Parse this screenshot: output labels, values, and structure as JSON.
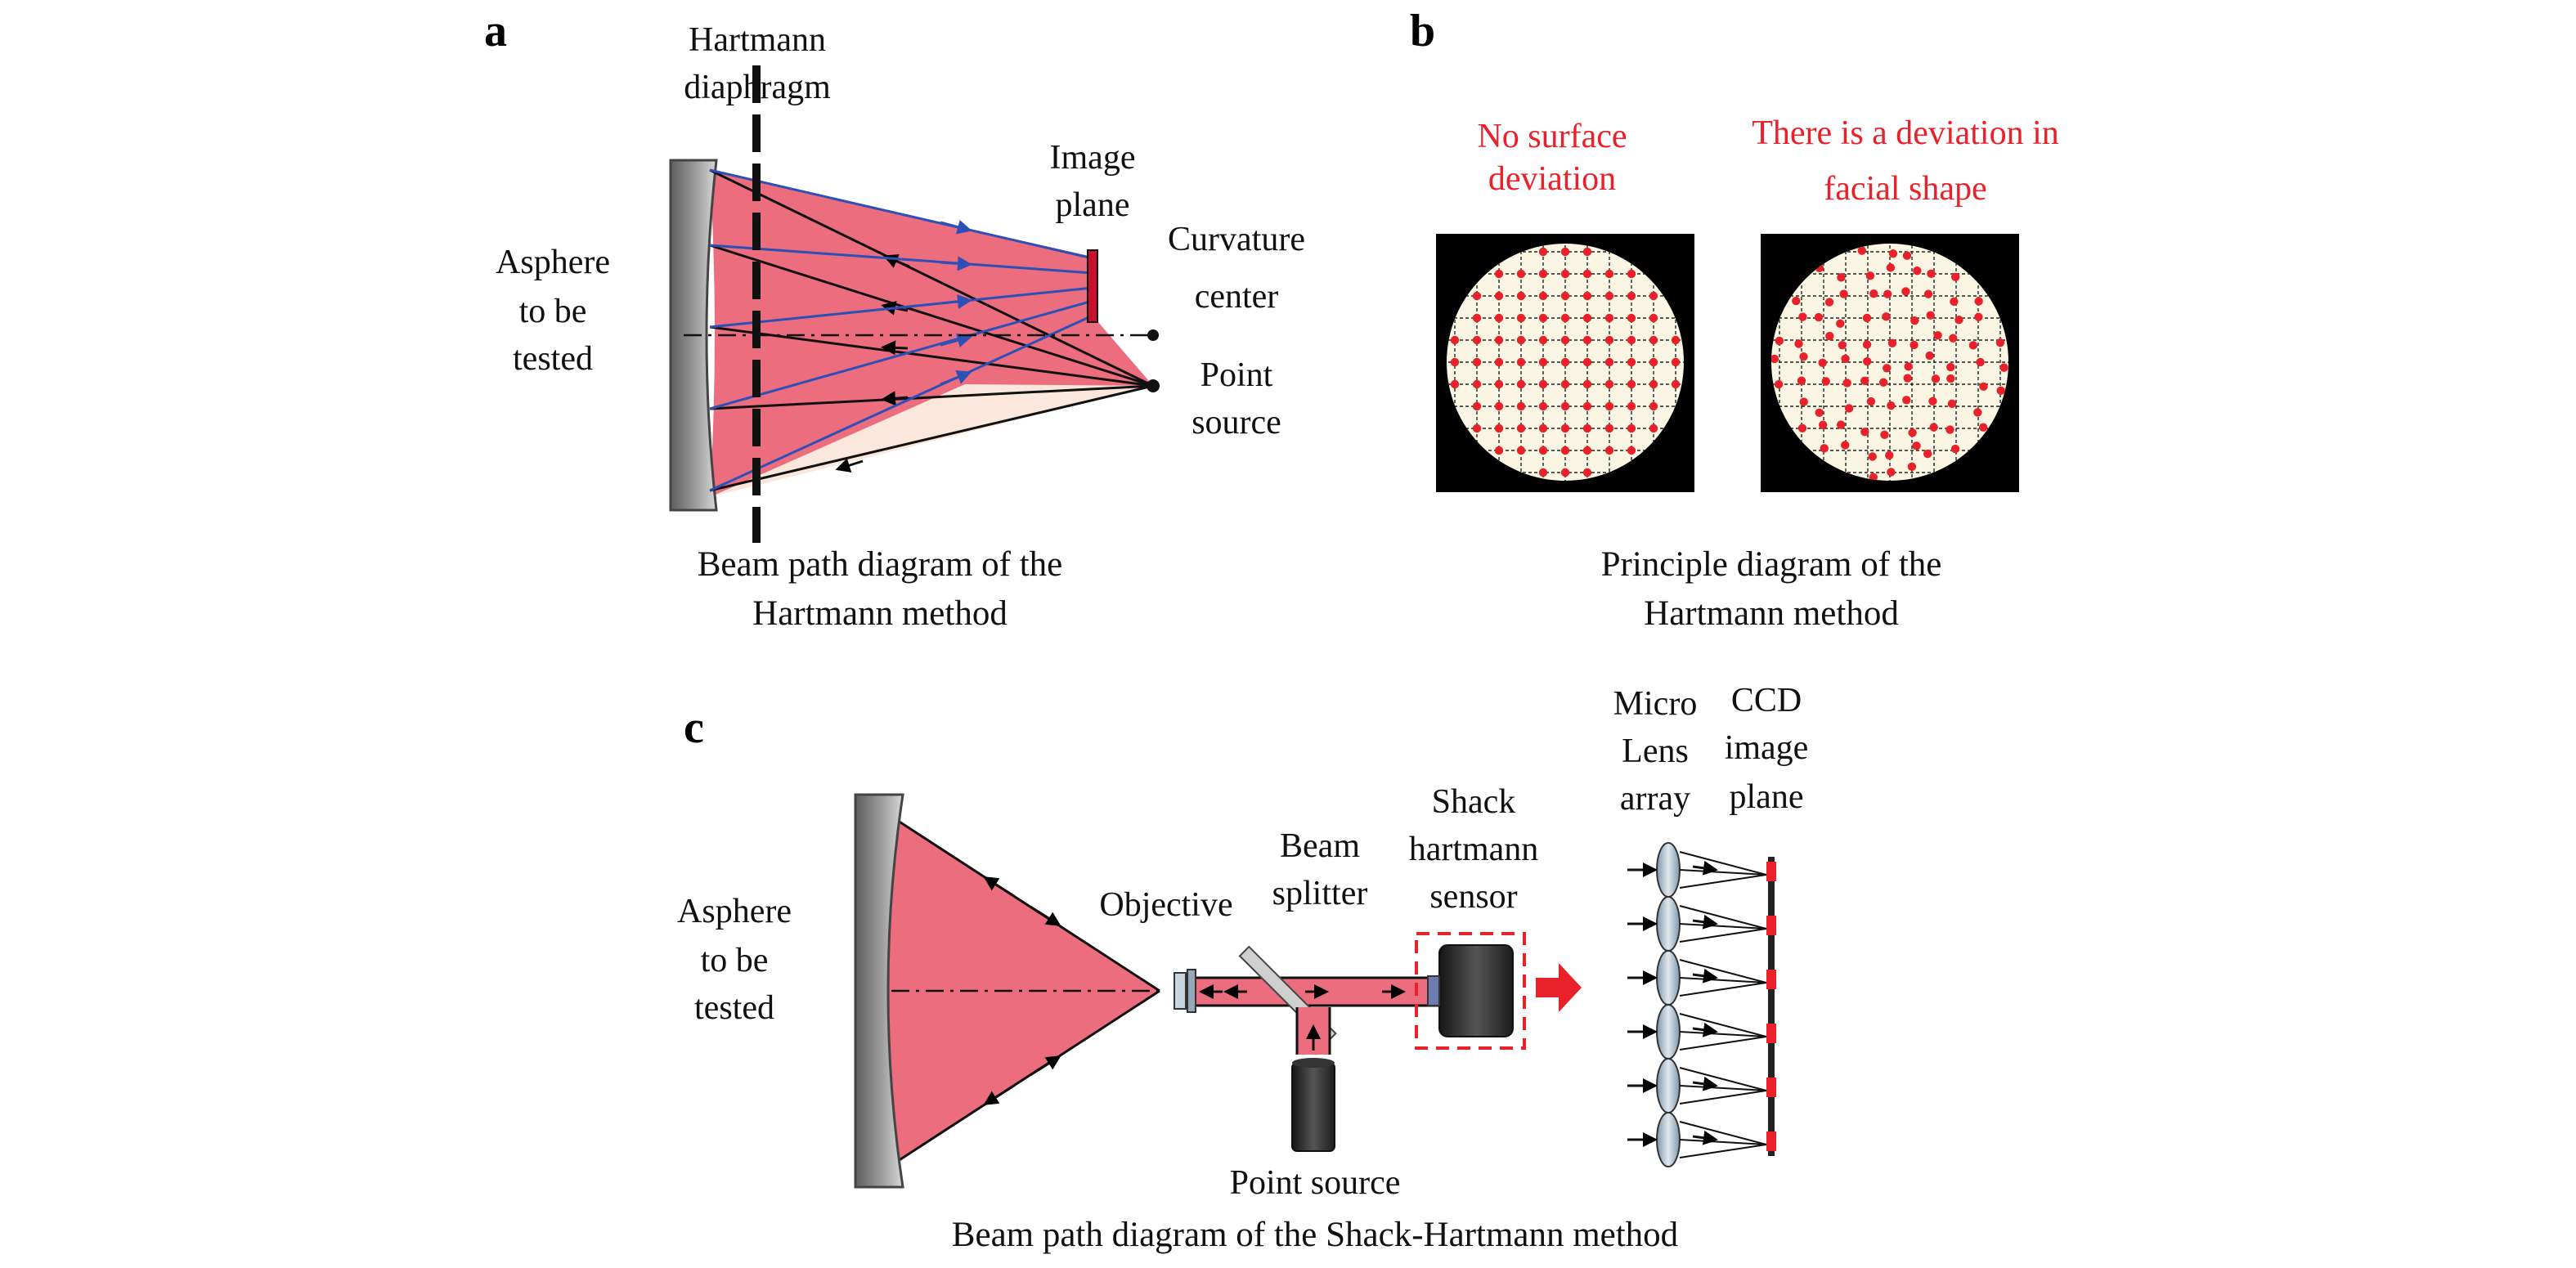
{
  "panels": {
    "a": {
      "letter": "a",
      "hartmann_diaphragm": [
        "Hartmann",
        "diaphragm"
      ],
      "image_plane": [
        "Image",
        "plane"
      ],
      "curvature_center": [
        "Curvature",
        "center"
      ],
      "asphere": [
        "Asphere",
        "to be",
        "tested"
      ],
      "point_source": [
        "Point",
        "source"
      ],
      "caption": [
        "Beam path diagram of the",
        "Hartmann method"
      ]
    },
    "b": {
      "letter": "b",
      "no_deviation": [
        "No surface",
        "deviation"
      ],
      "with_deviation": [
        "There is a deviation in",
        "facial shape"
      ],
      "caption": [
        "Principle diagram of the",
        "Hartmann method"
      ]
    },
    "c": {
      "letter": "c",
      "asphere": [
        "Asphere",
        "to be",
        "tested"
      ],
      "objective": "Objective",
      "beam_splitter": [
        "Beam",
        "splitter"
      ],
      "sensor": [
        "Shack",
        "hartmann",
        "sensor"
      ],
      "micro_lens": [
        "Micro",
        "Lens",
        "array"
      ],
      "ccd": [
        "CCD",
        "image",
        "plane"
      ],
      "point_source": "Point source",
      "caption": "Beam path diagram of the Shack-Hartmann method"
    }
  },
  "colors": {
    "beam": "#ec6d7d",
    "beam_light": "#fbe7dc",
    "ray_blue": "#2c4fb8",
    "spot_red": "#e8212a",
    "mirror_gray": "#8a8a8a",
    "lens_blue": "#b7c8d6"
  }
}
